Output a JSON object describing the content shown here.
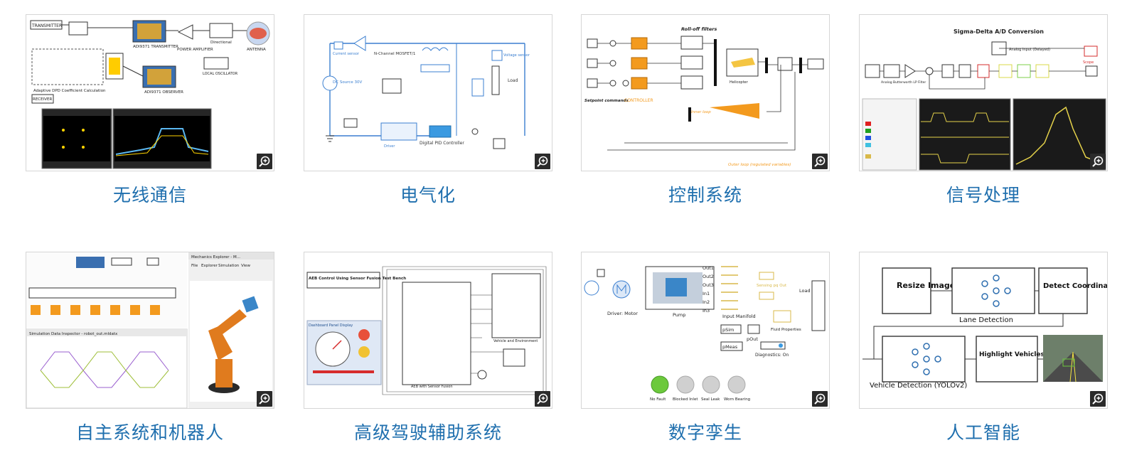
{
  "cards": [
    {
      "title": "无线通信",
      "thumb_text": [
        "TRANSMITTER",
        "ADI9371 TRANSMITTER",
        "POWER AMPLIFIER",
        "Directional",
        "ANTENNA",
        "LOCAL OSCILLATOR",
        "Adaptive DPD Coefficient Calculation",
        "RECEIVER",
        "ADI9371 OBSERVER"
      ]
    },
    {
      "title": "电气化",
      "thumb_text": [
        "N-Channel MOSFET/1",
        "DC Source 30V",
        "Current sensor",
        "Voltage sensor",
        "Digital PID Controller",
        "Driver",
        "Load"
      ]
    },
    {
      "title": "控制系统",
      "thumb_text": [
        "Roll-off filters",
        "CONTROLLER",
        "Helicopter",
        "Inner loop",
        "Outer loop (regulated variables)",
        "Setpoint commands"
      ]
    },
    {
      "title": "信号处理",
      "thumb_text": [
        "Sigma-Delta A/D Conversion",
        "Analog Input (Delayed)",
        "Scope",
        "Analog Butterworth LP Filter"
      ]
    },
    {
      "title": "自主系统和机器人",
      "thumb_text": [
        "Mechanics Explorer - M...",
        "Simulation Data Inspector - robot_out.mldatx",
        "File",
        "Explorer",
        "Simulation",
        "View"
      ]
    },
    {
      "title": "高级驾驶辅助系统",
      "thumb_text": [
        "AEB Control Using Sensor Fusion Test Bench",
        "Dashboard Panel Display",
        "AEB with Sensor Fusion",
        "Vehicle and Environment"
      ]
    },
    {
      "title": "数字孪生",
      "thumb_text": [
        "Driver: Motor",
        "Pump",
        "Input Manifold",
        "Fluid Properties",
        "Load",
        "pSim",
        "pOut",
        "pMeas",
        "Diagnostics: On",
        "No Fault",
        "Blocked Inlet",
        "Seal Leak",
        "Worn Bearing",
        "Out1",
        "Out2",
        "Out3",
        "In1",
        "In2",
        "In3",
        "Sensing pq Out"
      ]
    },
    {
      "title": "人工智能",
      "thumb_text": [
        "Resize Image",
        "Lane Detection",
        "Detect Coordinates",
        "Highlight Vehicles & Lanes",
        "Vehicle Detection (YOLOv2)"
      ]
    }
  ],
  "colors": {
    "caption": "#1f6fae",
    "orange": "#f39a1e",
    "simulink_blue": "#3b7fd0"
  },
  "icons": {
    "zoom": "magnifier-plus-icon"
  }
}
